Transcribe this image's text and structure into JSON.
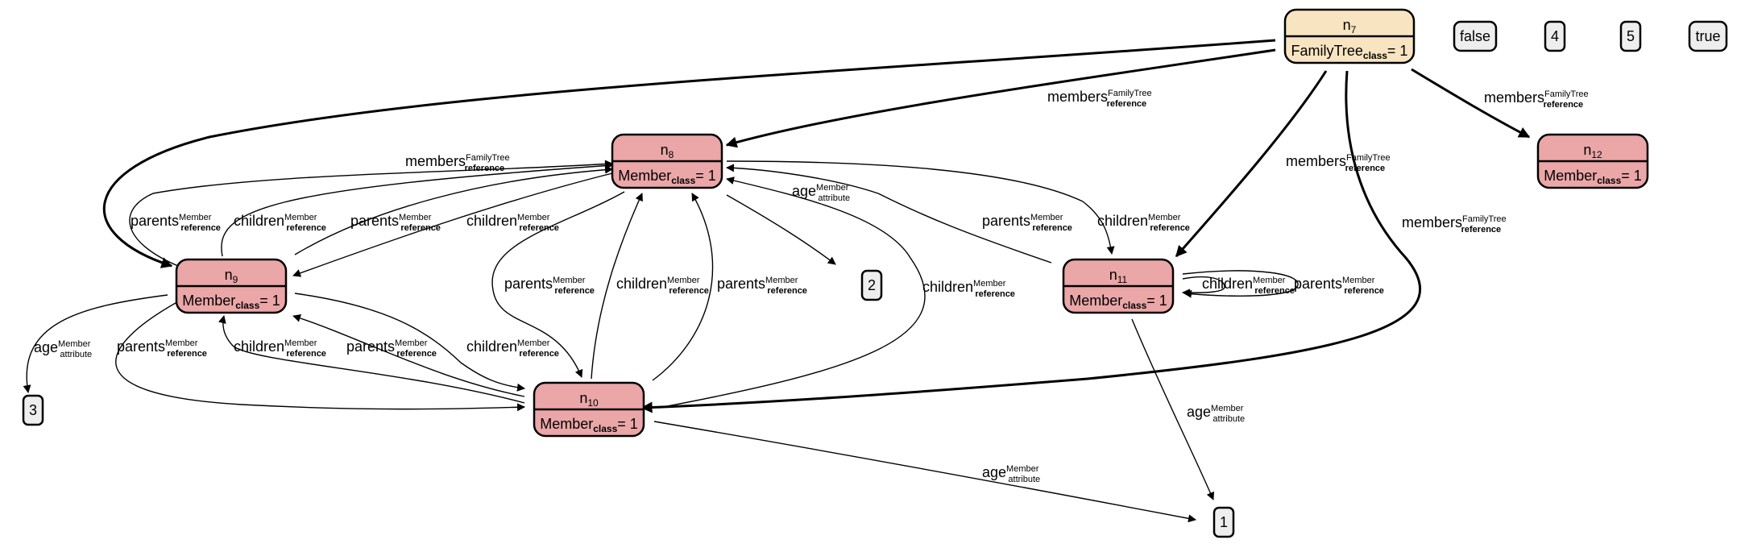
{
  "colors": {
    "member_fill": "#eba6a8",
    "familytree_fill": "#f8e4c0",
    "literal_fill": "#eeeeee"
  },
  "nodes": {
    "n7": {
      "base": "n",
      "idx": "7",
      "type": "FamilyTree",
      "sub": "class",
      "eq": "= 1"
    },
    "n8": {
      "base": "n",
      "idx": "8",
      "type": "Member",
      "sub": "class",
      "eq": "= 1"
    },
    "n9": {
      "base": "n",
      "idx": "9",
      "type": "Member",
      "sub": "class",
      "eq": "= 1"
    },
    "n10": {
      "base": "n",
      "idx": "10",
      "type": "Member",
      "sub": "class",
      "eq": "= 1"
    },
    "n11": {
      "base": "n",
      "idx": "11",
      "type": "Member",
      "sub": "class",
      "eq": "= 1"
    },
    "n12": {
      "base": "n",
      "idx": "12",
      "type": "Member",
      "sub": "class",
      "eq": "= 1"
    }
  },
  "literals": {
    "false": "false",
    "four": "4",
    "five": "5",
    "true": "true",
    "two": "2",
    "three": "3",
    "one": "1"
  },
  "edge_labels": {
    "members_n7_n8": {
      "base": "members",
      "sup": "FamilyTree",
      "sub": "reference"
    },
    "members_n7_n9": {
      "base": "members",
      "sup": "FamilyTree",
      "sub": "reference"
    },
    "members_n7_n11": {
      "base": "members",
      "sup": "FamilyTree",
      "sub": "reference"
    },
    "members_n7_n12": {
      "base": "members",
      "sup": "FamilyTree",
      "sub": "reference"
    },
    "members_n7_n10": {
      "base": "members",
      "sup": "FamilyTree",
      "sub": "reference"
    },
    "parents_n9_n8": {
      "base": "parents",
      "sup": "Member",
      "sub": "reference"
    },
    "children_n9_n8": {
      "base": "children",
      "sup": "Member",
      "sub": "reference"
    },
    "parents_n9_n8b": {
      "base": "parents",
      "sup": "Member",
      "sub": "reference"
    },
    "children_n8_n9": {
      "base": "children",
      "sup": "Member",
      "sub": "reference"
    },
    "parents_n8_n10": {
      "base": "parents",
      "sup": "Member",
      "sub": "reference"
    },
    "children_n10_n8": {
      "base": "children",
      "sup": "Member",
      "sub": "reference"
    },
    "parents_n10_n8": {
      "base": "parents",
      "sup": "Member",
      "sub": "reference"
    },
    "age_n8": {
      "base": "age",
      "sup": "Member",
      "sub": "attribute"
    },
    "children_n10_n8b": {
      "base": "children",
      "sup": "Member",
      "sub": "reference"
    },
    "parents_n11_n8": {
      "base": "parents",
      "sup": "Member",
      "sub": "reference"
    },
    "children_n8_n11": {
      "base": "children",
      "sup": "Member",
      "sub": "reference"
    },
    "children_n11_self": {
      "base": "children",
      "sup": "Member",
      "sub": "reference"
    },
    "parents_n11_self": {
      "base": "parents",
      "sup": "Member",
      "sub": "reference"
    },
    "age_n9": {
      "base": "age",
      "sup": "Member",
      "sub": "attribute"
    },
    "parents_n9_n10": {
      "base": "parents",
      "sup": "Member",
      "sub": "reference"
    },
    "children_n10_n9": {
      "base": "children",
      "sup": "Member",
      "sub": "reference"
    },
    "parents_n10_n9": {
      "base": "parents",
      "sup": "Member",
      "sub": "reference"
    },
    "children_n9_n10": {
      "base": "children",
      "sup": "Member",
      "sub": "reference"
    },
    "age_n11": {
      "base": "age",
      "sup": "Member",
      "sub": "attribute"
    },
    "age_n10": {
      "base": "age",
      "sup": "Member",
      "sub": "attribute"
    }
  }
}
